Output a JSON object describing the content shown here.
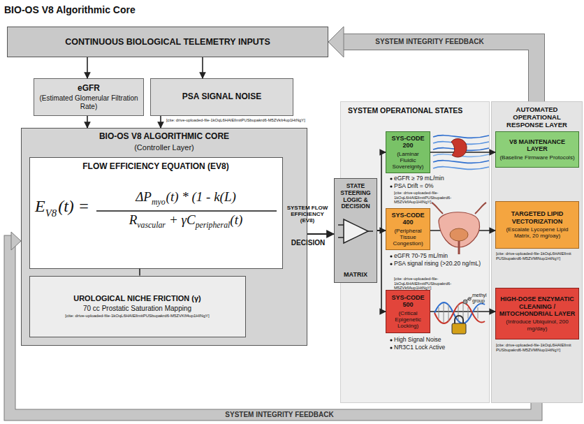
{
  "diagram": {
    "title": "BIO-OS V8 Algorithmic Core",
    "nodes": [
      {
        "text": [
          "CONTINUOUS BIOLOGICAL TELEMETRY INPUTS"
        ]
      },
      {
        "text": [
          "eGFR",
          "(Estimated Glomerular Filtration Rate)"
        ]
      },
      {
        "text": [
          "PSA SIGNAL NOISE"
        ]
      },
      {
        "text": [
          "BIO-OS V8 ALGORITHMIC CORE",
          "(Controller Layer)"
        ]
      },
      {
        "text": [
          "FLOW EFFICIENCY EQUATION (EV8)"
        ],
        "in": 3
      },
      {
        "text": [
          "UROLOGICAL NICHE FRICTION (γ)",
          "70 cc Prostatic Saturation Mapping",
          "[cite: drive-uploaded-file-1kOqL6HAIEllmitPUSbupakrd6-M5ZVKfl4up1HINgY]"
        ],
        "in": 3
      },
      {
        "text": [
          "STATE STEERING LOGIC & DECISION",
          "MATRIX"
        ]
      },
      {
        "text": [
          "SYSTEM OPERATIONAL STATES"
        ]
      },
      {
        "text": [
          "AUTOMATED OPERATIONAL RESPONSE LAYER"
        ]
      },
      {
        "text": [
          "SYS-CODE 200",
          "(Laminar Fluidic Sovereignty)"
        ],
        "in": 7
      },
      {
        "text": [
          "SYS-CODE 400",
          "(Peripheral Tissue Congestion)"
        ],
        "in": 7
      },
      {
        "text": [
          "SYS-CODE 500",
          "(Critical Epigenetic Locking)"
        ],
        "in": 7
      },
      {
        "text": [
          "V8 MAINTENANCE LAYER",
          "(Baseline Firmware Protocols)"
        ],
        "in": 8
      },
      {
        "text": [
          "TARGETED LIPID VECTORIZATION",
          "(Escalate Lycopene Lipid Matrix, 20 mg/oay)"
        ],
        "in": 8
      },
      {
        "text": [
          "HIGH-DOSE ENZYMATIC CLEANING / MITOCHONDRIAL LAYER",
          "(Introduce Ubiquinol, 200 mg/day)"
        ],
        "in": 8
      }
    ],
    "edges": [
      {
        "from": 0,
        "to": 1,
        "arrow": "to"
      },
      {
        "from": 0,
        "to": 2,
        "arrow": "to"
      },
      {
        "from": 1,
        "to": 3,
        "arrow": "to"
      },
      {
        "from": 2,
        "to": 3,
        "arrow": "to"
      },
      {
        "from": 4,
        "to": 5,
        "arrow": "none"
      },
      {
        "from": 3,
        "to": 6,
        "arrow": "to"
      },
      {
        "from": 6,
        "to": 9,
        "arrow": "to"
      },
      {
        "from": 6,
        "to": 10,
        "arrow": "to"
      },
      {
        "from": 6,
        "to": 11,
        "arrow": "to"
      },
      {
        "from": 9,
        "to": 12,
        "arrow": "to"
      },
      {
        "from": 10,
        "to": 13,
        "arrow": "to"
      },
      {
        "from": 11,
        "to": 14,
        "arrow": "to"
      },
      {
        "from": 8,
        "to": 0,
        "arrow": "to",
        "label": "SYSTEM INTEGRITY FEEDBACK"
      },
      {
        "from": 8,
        "to": 3,
        "arrow": "to",
        "label": "SYSTEM INTEGRITY FEEDBACK"
      }
    ],
    "labels": [
      "[cite: drive-uploaded-file-1kOqL6HAIEllmitPUSbupakrd6-M5ZVkIt4up1HtNgY]",
      "SYSTEM FLOW EFFICIENCY (EV8)",
      "DECISION",
      "E",
      "V8",
      "(t) =",
      "ΔP",
      "myo",
      "(t) * (1 - k(L)",
      "R",
      "vascular",
      "+ γC",
      "peripheral",
      "(t)",
      "eGFR ≥ 79 mL/min",
      "PSA Drift = 0%",
      "[cite: drive-uploaded-file-1kOqL6HAIEllmitPUSbupakrd6-M5ZVkflAup1HINgY]",
      "eGFR 70-75 mL/min",
      "PSA signal rising (>20.20 ng/mL)",
      "[cite: drive-uploaded-file-1kOqL6HAIEllmitPUSbupakrd6-M5ZVkflAup1HtNgY]",
      "High Signal Noise",
      "NR3C1 Lock Active",
      "methyl group",
      "[cite: drive-uploaded-file-1kOqL6HAIEllmit PUSbupakrd6-M5ZVMlNup1HtNgY]",
      "[cite: drive-uploaded-file-1kOqL6HAIEllmit PUSbupakrd6-M5ZVMlNup1HtNgY]"
    ]
  }
}
